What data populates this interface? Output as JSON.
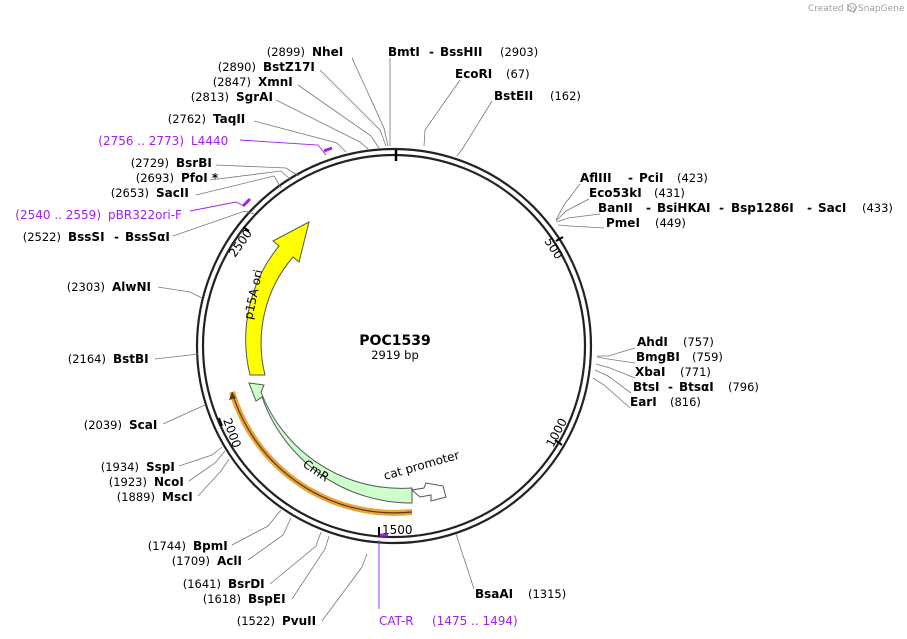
{
  "credit": {
    "text": "Created by",
    "brand": "SnapGene"
  },
  "plasmid": {
    "name": "POC1539",
    "length": 2919,
    "length_label": "2919 bp"
  },
  "ticks": [
    "500",
    "1000",
    "1500",
    "2000",
    "2500"
  ],
  "features": {
    "p15a_ori": {
      "label": "p15A ori",
      "color": "#ffff00"
    },
    "cmr": {
      "label": "CmR",
      "color": "#ccffcc"
    },
    "cat_promoter": {
      "label": "cat promoter",
      "color": "#ffffff"
    }
  },
  "sites": [
    {
      "pos": 2899,
      "pos_label": "(2899)",
      "names": [
        "NheI"
      ]
    },
    {
      "pos": 2890,
      "pos_label": "(2890)",
      "names": [
        "BstZ17I"
      ]
    },
    {
      "pos": 2847,
      "pos_label": "(2847)",
      "names": [
        "XmnI"
      ]
    },
    {
      "pos": 2813,
      "pos_label": "(2813)",
      "names": [
        "SgrAI"
      ]
    },
    {
      "pos": 2762,
      "pos_label": "(2762)",
      "names": [
        "TaqII"
      ]
    },
    {
      "pos": 2729,
      "pos_label": "(2729)",
      "names": [
        "BsrBI"
      ]
    },
    {
      "pos": 2693,
      "pos_label": "(2693)",
      "names": [
        "PfoI *"
      ]
    },
    {
      "pos": 2653,
      "pos_label": "(2653)",
      "names": [
        "SacII"
      ]
    },
    {
      "pos": 2522,
      "pos_label": "(2522)",
      "names": [
        "BssSI",
        "BssSαI"
      ]
    },
    {
      "pos": 2303,
      "pos_label": "(2303)",
      "names": [
        "AlwNI"
      ]
    },
    {
      "pos": 2164,
      "pos_label": "(2164)",
      "names": [
        "BstBI"
      ]
    },
    {
      "pos": 2039,
      "pos_label": "(2039)",
      "names": [
        "ScaI"
      ]
    },
    {
      "pos": 1934,
      "pos_label": "(1934)",
      "names": [
        "SspI"
      ]
    },
    {
      "pos": 1923,
      "pos_label": "(1923)",
      "names": [
        "NcoI"
      ]
    },
    {
      "pos": 1889,
      "pos_label": "(1889)",
      "names": [
        "MscI"
      ]
    },
    {
      "pos": 1744,
      "pos_label": "(1744)",
      "names": [
        "BpmI"
      ]
    },
    {
      "pos": 1709,
      "pos_label": "(1709)",
      "names": [
        "AclI"
      ]
    },
    {
      "pos": 1641,
      "pos_label": "(1641)",
      "names": [
        "BsrDI"
      ]
    },
    {
      "pos": 1618,
      "pos_label": "(1618)",
      "names": [
        "BspEI"
      ]
    },
    {
      "pos": 1522,
      "pos_label": "(1522)",
      "names": [
        "PvuII"
      ]
    },
    {
      "pos": 2903,
      "pos_label": "(2903)",
      "names": [
        "BmtI",
        "BssHII"
      ]
    },
    {
      "pos": 67,
      "pos_label": "(67)",
      "names": [
        "EcoRI"
      ]
    },
    {
      "pos": 162,
      "pos_label": "(162)",
      "names": [
        "BstEII"
      ]
    },
    {
      "pos": 423,
      "pos_label": "(423)",
      "names": [
        "AflIII",
        "PciI"
      ]
    },
    {
      "pos": 431,
      "pos_label": "(431)",
      "names": [
        "Eco53kI"
      ]
    },
    {
      "pos": 433,
      "pos_label": "(433)",
      "names": [
        "BanII",
        "BsiHKAI",
        "Bsp1286I",
        "SacI"
      ]
    },
    {
      "pos": 449,
      "pos_label": "(449)",
      "names": [
        "PmeI"
      ]
    },
    {
      "pos": 757,
      "pos_label": "(757)",
      "names": [
        "AhdI"
      ]
    },
    {
      "pos": 759,
      "pos_label": "(759)",
      "names": [
        "BmgBI"
      ]
    },
    {
      "pos": 771,
      "pos_label": "(771)",
      "names": [
        "XbaI"
      ]
    },
    {
      "pos": 796,
      "pos_label": "(796)",
      "names": [
        "BtsI",
        "BtsαI"
      ]
    },
    {
      "pos": 816,
      "pos_label": "(816)",
      "names": [
        "EarI"
      ]
    },
    {
      "pos": 1315,
      "pos_label": "(1315)",
      "names": [
        "BsaAI"
      ]
    }
  ],
  "primers": [
    {
      "name": "L4440",
      "range_label": "(2756 .. 2773)",
      "start": 2756,
      "end": 2773,
      "color": "#a020f0"
    },
    {
      "name": "pBR322ori-F",
      "range_label": "(2540 .. 2559)",
      "start": 2540,
      "end": 2559,
      "color": "#a020f0"
    },
    {
      "name": "CAT-R",
      "range_label": "(1475 .. 1494)",
      "start": 1475,
      "end": 1494,
      "color": "#a020f0"
    }
  ]
}
